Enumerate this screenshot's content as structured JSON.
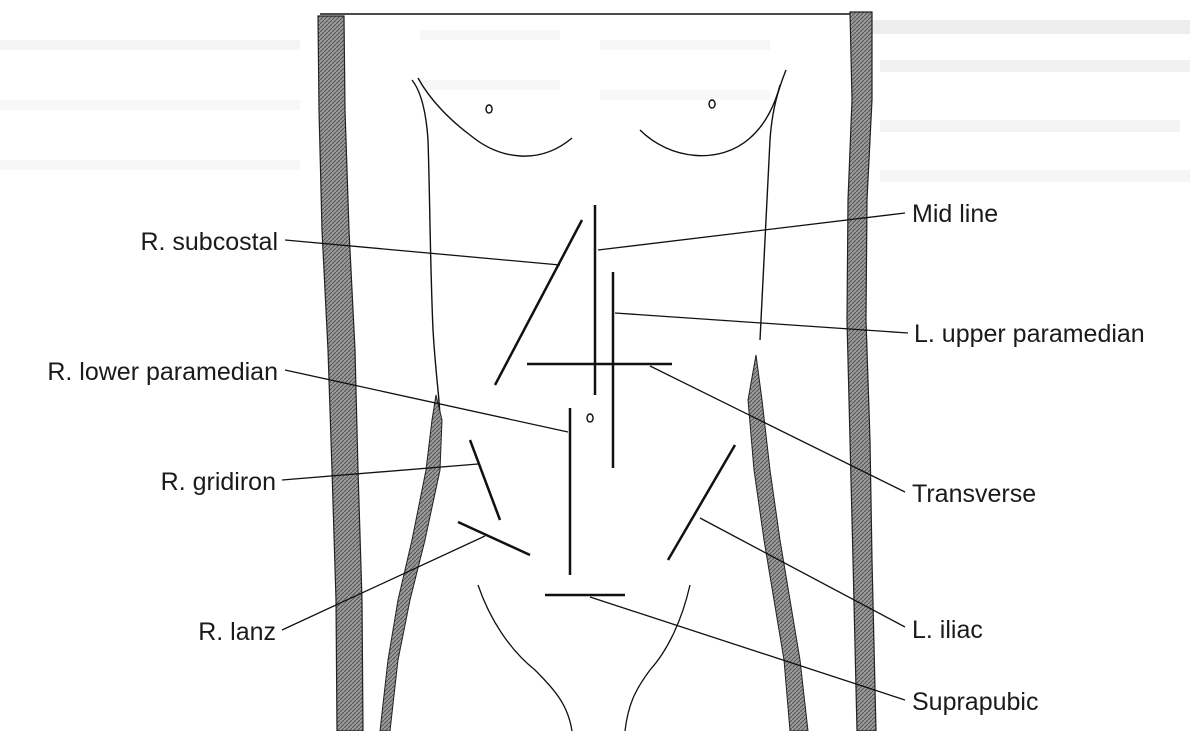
{
  "diagram": {
    "labels": {
      "r_subcostal": "R. subcostal",
      "r_lower_paramedian": "R. lower paramedian",
      "r_gridiron": "R. gridiron",
      "r_lanz": "R. lanz",
      "mid_line": "Mid line",
      "l_upper_paramedian": "L. upper paramedian",
      "transverse": "Transverse",
      "l_iliac": "L. iliac",
      "suprapubic": "Suprapubic"
    },
    "colors": {
      "line": "#111111",
      "border_hatch": "#8a8a8a",
      "background": "#ffffff",
      "bleed_through_text": "#d6d6d6"
    }
  }
}
